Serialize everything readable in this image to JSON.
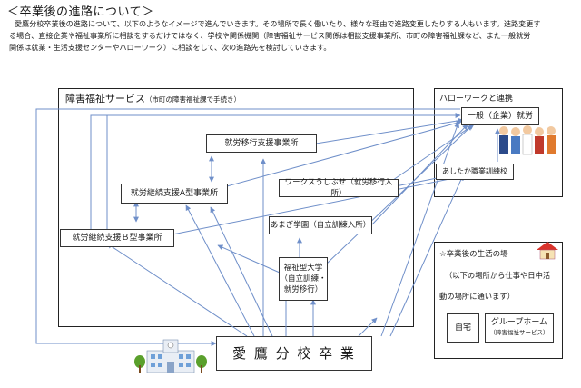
{
  "heading": "＜卒業後の進路について＞",
  "intro": [
    "愛鷹分校卒業後の進路について、以下のようなイメージで進んでいきます。その場所で長く働いたり、様々な理由で進路変更したりする人もいます。進路変更す",
    "る場合、直接企業や福祉事業所に相談をするだけではなく、学校や関係機関（障害福祉サービス関係は相談支援事業所、市町の障害福祉課など、また一般就労",
    "関係は就業・生活支援センターやハローワーク）に相談をして、次の進路先を検討していきます。"
  ],
  "welfare": {
    "title": "障害福祉サービス",
    "note": "（市町の障害福祉課で手続き）",
    "transition": "就労移行支援事業所",
    "typeA": "就労継続支援A型事業所",
    "typeB": "就労継続支援Ｂ型事業所"
  },
  "workshop": "ワークスうしぶせ（就労移行入所）",
  "amagi": "あまぎ学園（自立訓練入所）",
  "university": [
    "福祉型大学",
    "（自立訓練・",
    "就労移行）"
  ],
  "hellowork": {
    "title": "ハローワークと連携",
    "employment": "一般（企業）就労",
    "training": "あしたか職業訓練校"
  },
  "life": {
    "title": "☆卒業後の生活の場",
    "desc1": "（以下の場所から仕事や日中活",
    "desc2": "動の場所に通います）",
    "home": "自宅",
    "grouphome": "グループホーム",
    "grouphome_note": "（障害福祉サービス）"
  },
  "graduation": "愛 鷹 分 校 卒 業",
  "colors": {
    "arrow": "#6f8fc9",
    "border": "#222222",
    "roof": "#d9332b"
  }
}
